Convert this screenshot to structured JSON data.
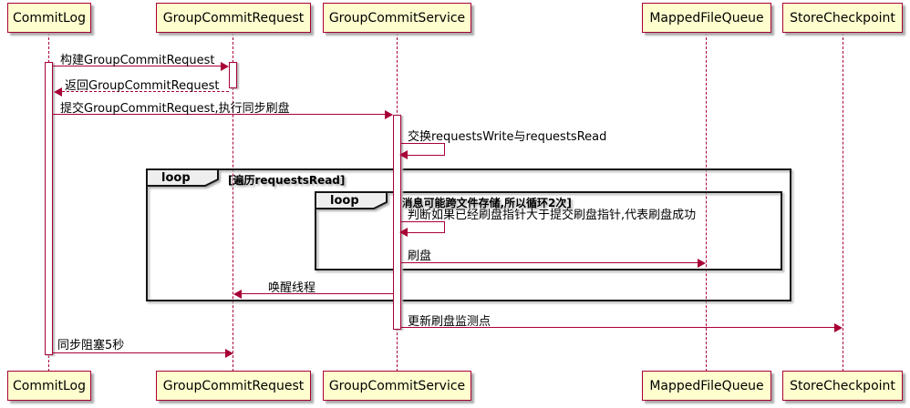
{
  "diagram_type": "sequence-diagram",
  "participants": [
    {
      "name": "CommitLog"
    },
    {
      "name": "GroupCommitRequest"
    },
    {
      "name": "GroupCommitService"
    },
    {
      "name": "MappedFileQueue"
    },
    {
      "name": "StoreCheckpoint"
    }
  ],
  "messages": [
    {
      "from": "CommitLog",
      "to": "GroupCommitRequest",
      "label": "构建GroupCommitRequest",
      "line": "solid"
    },
    {
      "from": "GroupCommitRequest",
      "to": "CommitLog",
      "label": "返回GroupCommitRequest",
      "line": "dashed"
    },
    {
      "from": "CommitLog",
      "to": "GroupCommitService",
      "label": "提交GroupCommitRequest,执行同步刷盘",
      "line": "solid"
    },
    {
      "from": "GroupCommitService",
      "to": "GroupCommitService",
      "label": "交换requestsWrite与requestsRead",
      "line": "self"
    },
    {
      "from": "GroupCommitService",
      "to": "GroupCommitService",
      "label": "判断如果已经刷盘指针大于提交刷盘指针,代表刷盘成功",
      "line": "self"
    },
    {
      "from": "GroupCommitService",
      "to": "MappedFileQueue",
      "label": "刷盘",
      "line": "solid"
    },
    {
      "from": "GroupCommitService",
      "to": "GroupCommitRequest",
      "label": "唤醒线程",
      "line": "solid"
    },
    {
      "from": "GroupCommitService",
      "to": "StoreCheckpoint",
      "label": "更新刷盘监测点",
      "line": "solid"
    },
    {
      "from": "CommitLog",
      "to": "GroupCommitRequest",
      "label": "同步阻塞5秒",
      "line": "solid"
    }
  ],
  "frames": [
    {
      "operator": "loop",
      "condition": "[遍历requestsRead]"
    },
    {
      "operator": "loop",
      "condition": "[消息可能跨文件存储,所以循环2次]"
    }
  ],
  "colors": {
    "participant_fill": "#FEFECE",
    "accent": "#A80036",
    "frame_border": "#151515"
  }
}
